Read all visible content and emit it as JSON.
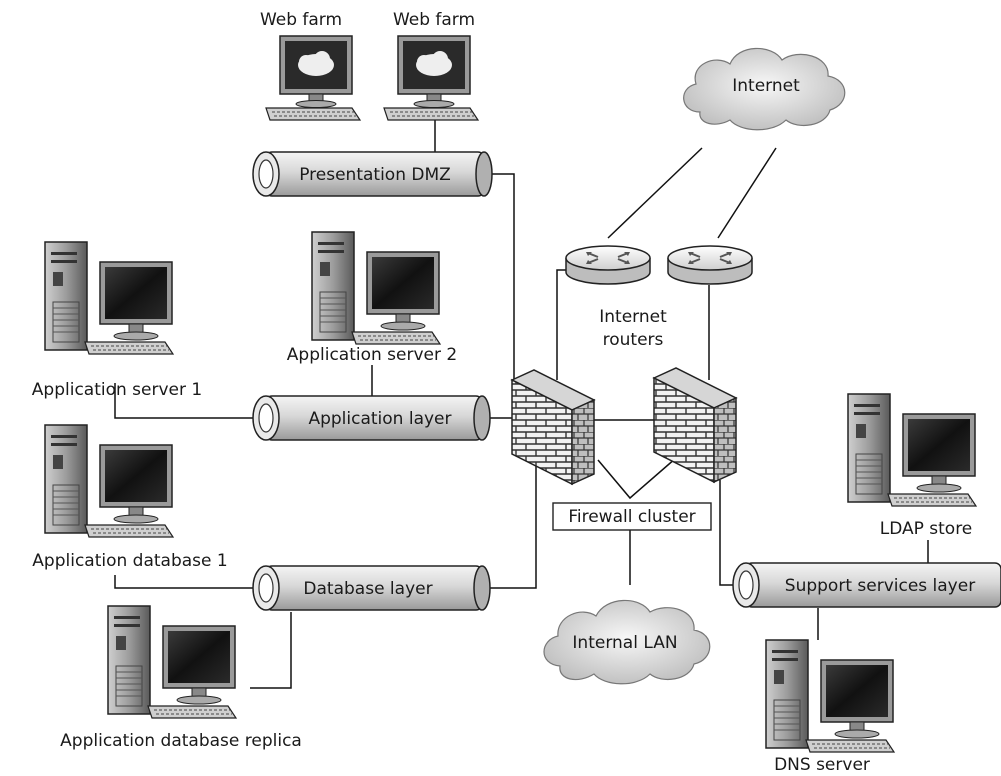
{
  "labels": {
    "web_farm_1": "Web farm",
    "web_farm_2": "Web farm",
    "internet": "Internet",
    "presentation_dmz": "Presentation DMZ",
    "application_server_2": "Application server 2",
    "application_server_1": "Application server 1",
    "internet_routers_line1": "Internet",
    "internet_routers_line2": "routers",
    "application_layer": "Application layer",
    "application_database_1": "Application database 1",
    "firewall_cluster": "Firewall cluster",
    "database_layer": "Database layer",
    "ldap_store": "LDAP store",
    "support_services_layer": "Support services layer",
    "internal_lan": "Internal LAN",
    "application_database_replica": "Application database replica",
    "dns_server": "DNS server"
  }
}
